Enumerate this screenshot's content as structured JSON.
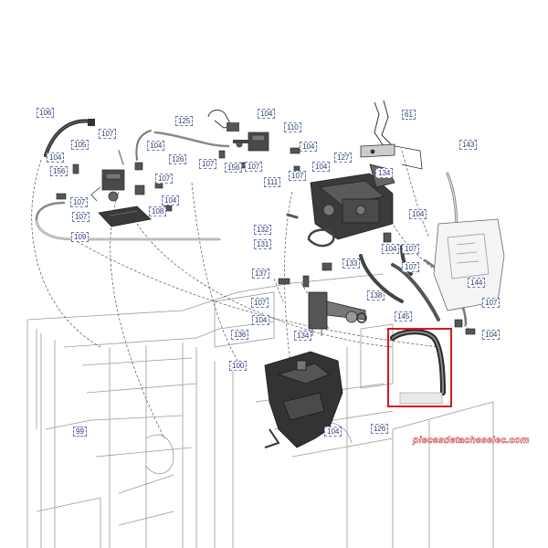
{
  "diagram": {
    "part_labels": [
      {
        "id": "106",
        "text": "106"
      },
      {
        "id": "107a",
        "text": "107"
      },
      {
        "id": "125",
        "text": "125"
      },
      {
        "id": "104a",
        "text": "104"
      },
      {
        "id": "110",
        "text": "110"
      },
      {
        "id": "61",
        "text": "61"
      },
      {
        "id": "143",
        "text": "143"
      },
      {
        "id": "104b",
        "text": "104"
      },
      {
        "id": "105",
        "text": "105"
      },
      {
        "id": "104c",
        "text": "104"
      },
      {
        "id": "126a",
        "text": "126"
      },
      {
        "id": "107b",
        "text": "107"
      },
      {
        "id": "156a",
        "text": "156"
      },
      {
        "id": "107c",
        "text": "107"
      },
      {
        "id": "104d",
        "text": "104"
      },
      {
        "id": "127",
        "text": "127"
      },
      {
        "id": "104e",
        "text": "104"
      },
      {
        "id": "156b",
        "text": "156"
      },
      {
        "id": "107d",
        "text": "107"
      },
      {
        "id": "111",
        "text": "111"
      },
      {
        "id": "107e",
        "text": "107"
      },
      {
        "id": "134a",
        "text": "134"
      },
      {
        "id": "104f",
        "text": "104"
      },
      {
        "id": "107f",
        "text": "107"
      },
      {
        "id": "107g",
        "text": "107"
      },
      {
        "id": "104g",
        "text": "104"
      },
      {
        "id": "108",
        "text": "108"
      },
      {
        "id": "109",
        "text": "109"
      },
      {
        "id": "132",
        "text": "132"
      },
      {
        "id": "131",
        "text": "131"
      },
      {
        "id": "104h",
        "text": "104"
      },
      {
        "id": "107h",
        "text": "107"
      },
      {
        "id": "133",
        "text": "133"
      },
      {
        "id": "107i",
        "text": "107"
      },
      {
        "id": "137",
        "text": "137"
      },
      {
        "id": "144",
        "text": "144"
      },
      {
        "id": "107j",
        "text": "107"
      },
      {
        "id": "138",
        "text": "138"
      },
      {
        "id": "107k",
        "text": "107"
      },
      {
        "id": "104i",
        "text": "104"
      },
      {
        "id": "145",
        "text": "145"
      },
      {
        "id": "136",
        "text": "136"
      },
      {
        "id": "134b",
        "text": "134"
      },
      {
        "id": "104j",
        "text": "104"
      },
      {
        "id": "100",
        "text": "100"
      },
      {
        "id": "104k",
        "text": "104"
      },
      {
        "id": "126b",
        "text": "126"
      },
      {
        "id": "99",
        "text": "99"
      }
    ],
    "highlighted_part": "145",
    "highlight_color": "#d7191f"
  },
  "watermark": {
    "text": "piecesdetacheselec.com",
    "color": "#c23b3b"
  }
}
